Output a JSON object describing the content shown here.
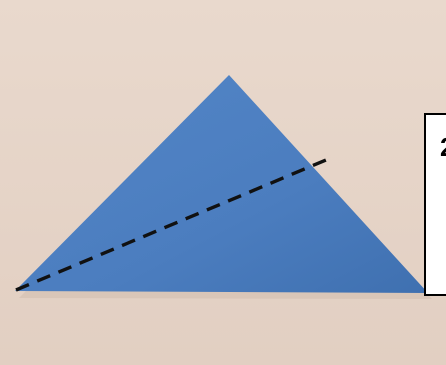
{
  "scene": {
    "background_color": "#E6D4C7",
    "paper_color": "#4B7DBF",
    "paper_shading_color": "#3E6FAF",
    "fold_line_color": "#111111",
    "fold_line_style": "dashed",
    "paper_shape": "triangle"
  },
  "step": {
    "number": "2"
  }
}
